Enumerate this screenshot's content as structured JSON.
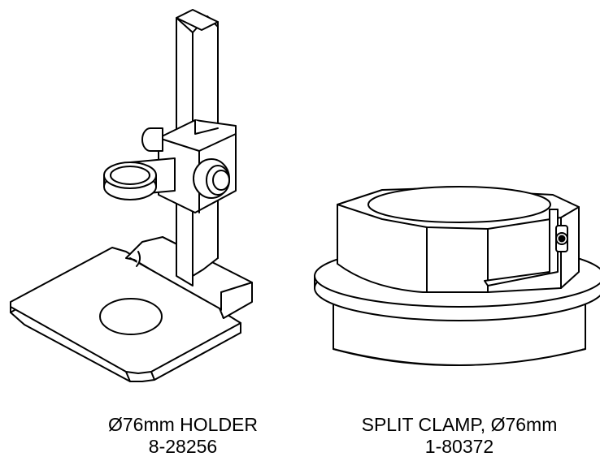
{
  "figure": {
    "items": [
      {
        "name": "Ø76mm HOLDER",
        "part_number": "8-28256"
      },
      {
        "name": "SPLIT CLAMP, Ø76mm",
        "part_number": "1-80372"
      }
    ],
    "colors": {
      "line": "#000000",
      "background": "#ffffff"
    }
  }
}
